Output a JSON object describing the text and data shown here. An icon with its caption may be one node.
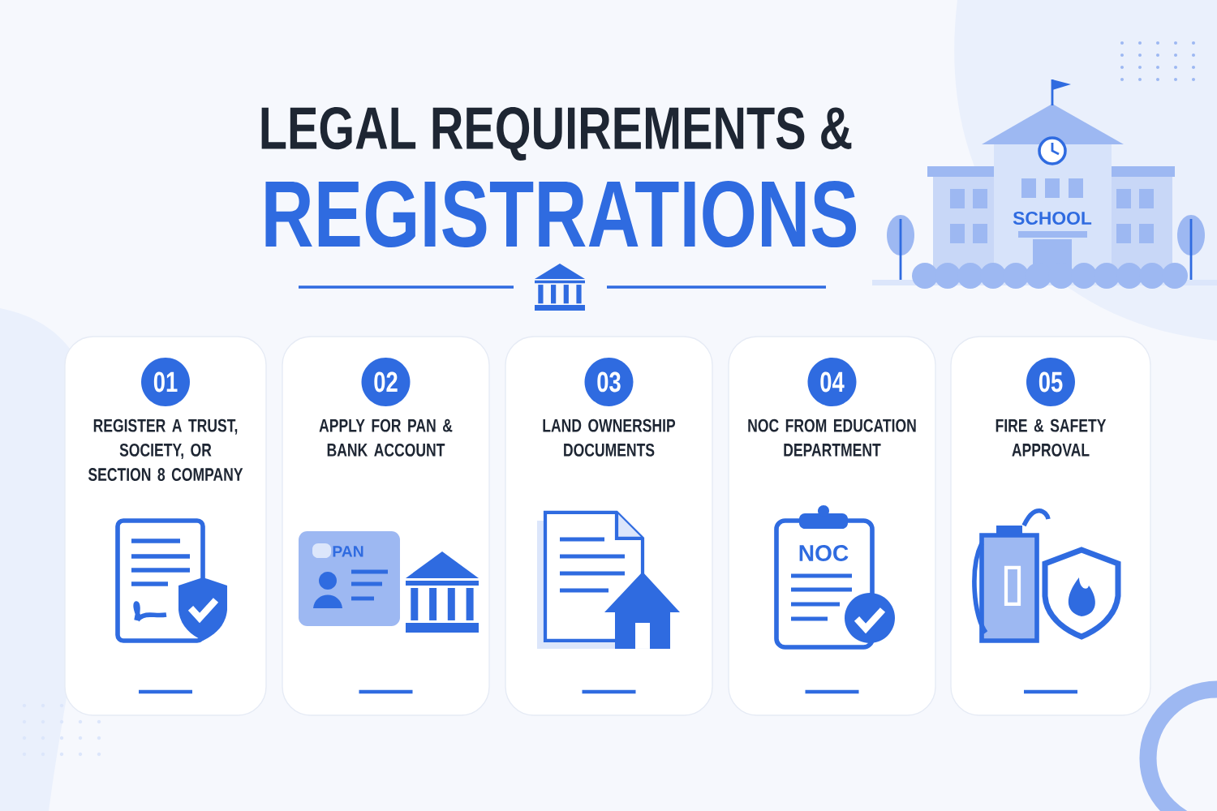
{
  "diagram": {
    "title": "LEGAL REQUIREMENTS &",
    "nodes": [
      {
        "text": [
          "01",
          "REGISTER A TRUST, SOCIETY, OR SECTION 8 COMPANY"
        ]
      },
      {
        "text": [
          "02",
          "APPLY FOR PAN & BANK ACCOUNT"
        ]
      },
      {
        "text": [
          "03",
          "LAND OWNERSHIP DOCUMENTS"
        ]
      },
      {
        "text": [
          "04",
          "NOC FROM EDUCATION DEPARTMENT"
        ]
      },
      {
        "text": [
          "05",
          "FIRE & SAFETY APPROVAL"
        ]
      }
    ],
    "edges": [],
    "labels": [
      "REGISTRATIONS",
      "SCHOOL",
      "PAN",
      "NOC"
    ]
  }
}
